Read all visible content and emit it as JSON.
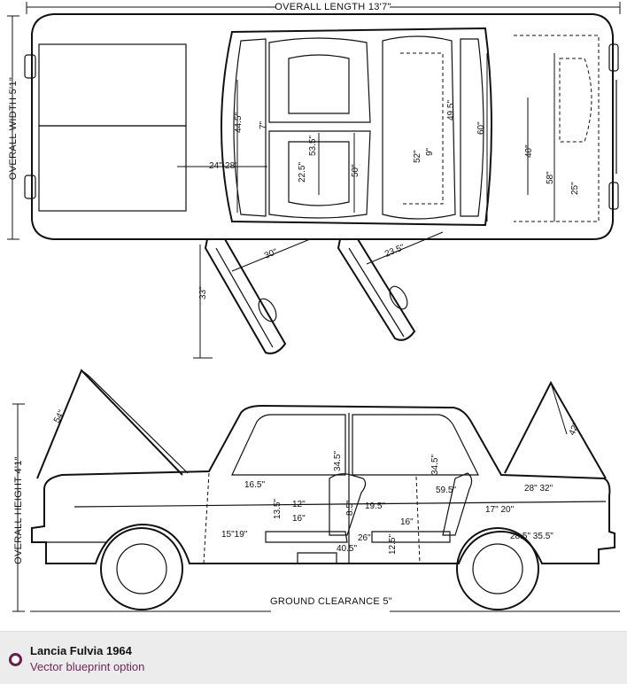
{
  "blueprint": {
    "top_view": {
      "overall_length": "OVERALL LENGTH 13'7\"",
      "overall_width": "OVERALL WIDTH 5'1\"",
      "dims": {
        "d_44_5": "44.5\"",
        "d_7": "7\"",
        "d_24_28": "24\"-28\"",
        "d_53_5": "53.5\"",
        "d_22_5": "22.5\"",
        "d_50": "50\"",
        "d_49_5": "49.5\"",
        "d_52": "52\"",
        "d_9": "9\"",
        "d_60": "60\"",
        "d_40": "40\"",
        "d_58": "58\"",
        "d_25": "25\"",
        "d_30": "30\"",
        "d_23_5": "23.5\"",
        "d_33": "33\""
      }
    },
    "side_view": {
      "overall_height": "OVERALL HEIGHT 4'1\"",
      "ground_clearance": "GROUND CLEARANCE 5\"",
      "dims": {
        "d_54_a": "54\"",
        "d_42": "42\"",
        "d_34_5": "34.5\"",
        "d_34_5b": "34.5\"",
        "d_16_5": "16.5\"",
        "d_13_5": "13.5\"",
        "d_12": "12\"",
        "d_16": "16\"",
        "d_15_19": "15\"19\"",
        "d_8_5": "8.5\"",
        "d_19_5": "19.5\"",
        "d_40_5": "40.5\"",
        "d_26": "26\"",
        "d_12_5": "12.5\"",
        "d_16b": "16\"",
        "d_28_32": "28\" 32\"",
        "d_17_20": "17\" 20\"",
        "d_28_5_35_5": "28.5\" 35.5\"",
        "d_59_5": "59.5\""
      }
    }
  },
  "caption": {
    "title": "Lancia Fulvia 1964",
    "subtitle": "Vector blueprint option"
  }
}
